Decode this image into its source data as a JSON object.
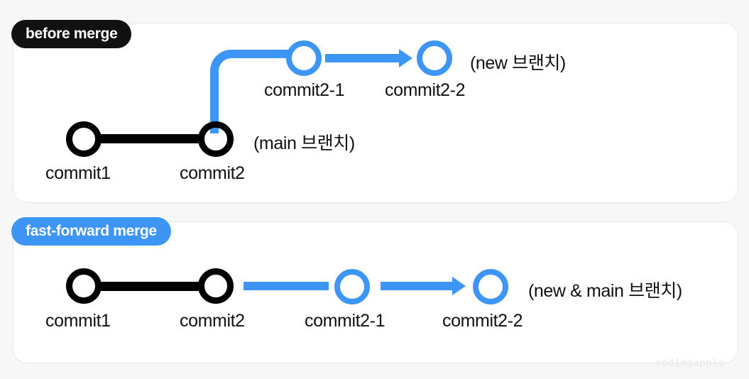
{
  "theme": {
    "page_background": "#f7f7f7",
    "card_background": "#ffffff",
    "card_border": "#e6e6e6",
    "branch_blue": "#3d95f5",
    "main_black": "#000000",
    "badge_before_background": "#111111",
    "badge_after_background": "#3d95f5",
    "badge_text": "#ffffff",
    "watermark_color": "#e8e8e8"
  },
  "panels": [
    {
      "id": "before-merge",
      "badge": "before merge",
      "commits": [
        {
          "id": "commit1",
          "label": "commit1",
          "color": "black"
        },
        {
          "id": "commit2",
          "label": "commit2",
          "color": "black"
        },
        {
          "id": "commit2-1",
          "label": "commit2-1",
          "color": "blue"
        },
        {
          "id": "commit2-2",
          "label": "commit2-2",
          "color": "blue"
        }
      ],
      "branch_labels": [
        {
          "id": "new-branch",
          "text": "(new 브랜치)"
        },
        {
          "id": "main-branch",
          "text": "(main 브랜치)"
        }
      ]
    },
    {
      "id": "fast-forward-merge",
      "badge": "fast-forward merge",
      "commits": [
        {
          "id": "commit1",
          "label": "commit1",
          "color": "black"
        },
        {
          "id": "commit2",
          "label": "commit2",
          "color": "black"
        },
        {
          "id": "commit2-1",
          "label": "commit2-1",
          "color": "blue"
        },
        {
          "id": "commit2-2",
          "label": "commit2-2",
          "color": "blue"
        }
      ],
      "branch_labels": [
        {
          "id": "new-and-main-branch",
          "text": "(new & main 브랜치)"
        }
      ]
    }
  ],
  "watermark": "codingapple"
}
